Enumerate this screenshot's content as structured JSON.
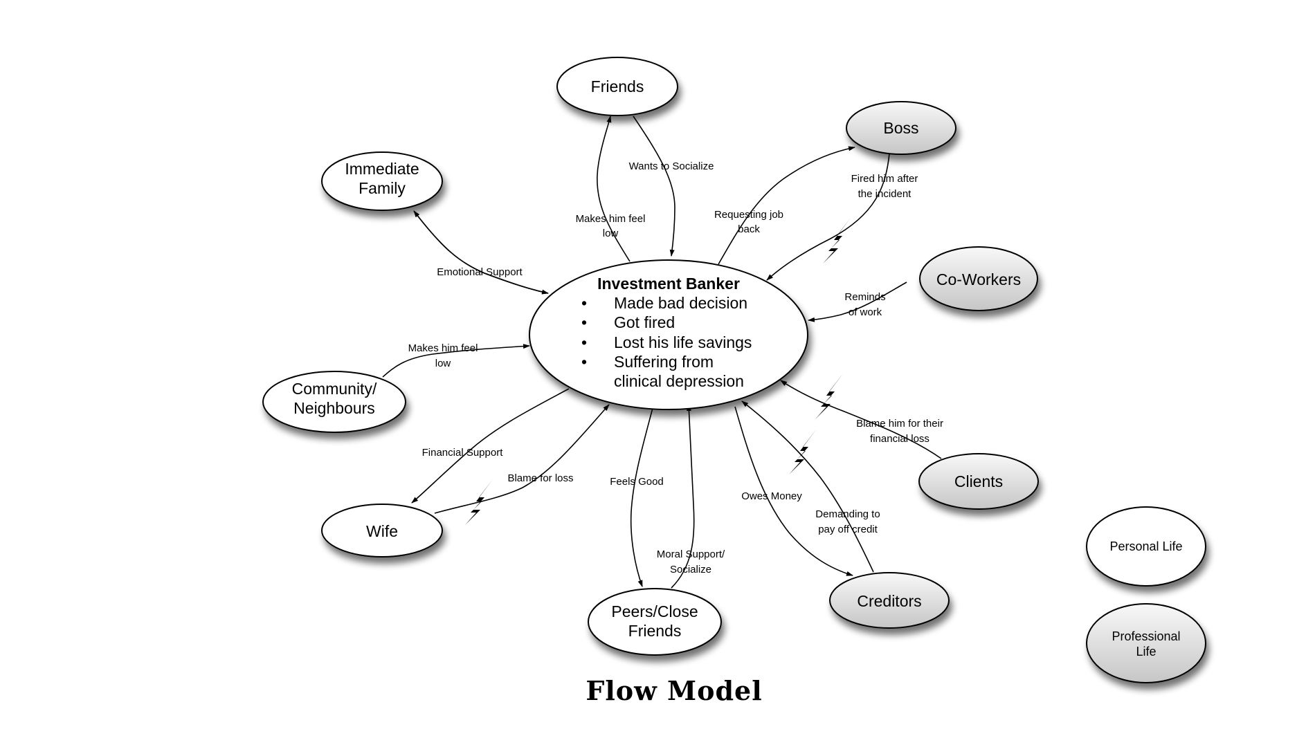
{
  "title": "Flow Model",
  "center": {
    "heading": "Investment Banker",
    "bullets": [
      "Made bad decision",
      "Got fired",
      "Lost his life savings",
      "Suffering from",
      "clinical depression"
    ],
    "bullet_char": "•"
  },
  "nodes": [
    {
      "id": "friends",
      "lines": [
        "Friends"
      ],
      "type": "personal"
    },
    {
      "id": "immediate-family",
      "lines": [
        "Immediate",
        "Family"
      ],
      "type": "personal"
    },
    {
      "id": "boss",
      "lines": [
        "Boss"
      ],
      "type": "professional"
    },
    {
      "id": "co-workers",
      "lines": [
        "Co-Workers"
      ],
      "type": "professional"
    },
    {
      "id": "community-neighbours",
      "lines": [
        "Community/",
        "Neighbours"
      ],
      "type": "personal"
    },
    {
      "id": "wife",
      "lines": [
        "Wife"
      ],
      "type": "personal"
    },
    {
      "id": "peers-close-friends",
      "lines": [
        "Peers/Close",
        "Friends"
      ],
      "type": "personal"
    },
    {
      "id": "creditors",
      "lines": [
        "Creditors"
      ],
      "type": "professional"
    },
    {
      "id": "clients",
      "lines": [
        "Clients"
      ],
      "type": "professional"
    }
  ],
  "edges": [
    {
      "id": "makes-him-feel-low-friends",
      "from": "investment-banker",
      "to": "friends",
      "label": [
        "Makes him feel",
        "low"
      ],
      "breakdown": false
    },
    {
      "id": "wants-to-socialize",
      "from": "friends",
      "to": "investment-banker",
      "label": [
        "Wants to Socialize"
      ],
      "breakdown": false
    },
    {
      "id": "emotional-support",
      "from": "immediate-family",
      "to": "investment-banker",
      "label": [
        "Emotional Support"
      ],
      "breakdown": false,
      "bidirectional": true
    },
    {
      "id": "requesting-job-back",
      "from": "investment-banker",
      "to": "boss",
      "label": [
        "Requesting job",
        "back"
      ],
      "breakdown": false
    },
    {
      "id": "fired-him",
      "from": "boss",
      "to": "investment-banker",
      "label": [
        "Fired him after",
        "the incident"
      ],
      "breakdown": true
    },
    {
      "id": "reminds-of-work",
      "from": "co-workers",
      "to": "investment-banker",
      "label": [
        "Reminds",
        "of work"
      ],
      "breakdown": false
    },
    {
      "id": "makes-him-feel-low-community",
      "from": "community-neighbours",
      "to": "investment-banker",
      "label": [
        "Makes him feel",
        "low"
      ],
      "breakdown": false
    },
    {
      "id": "financial-support",
      "from": "investment-banker",
      "to": "wife",
      "label": [
        "Financial Support"
      ],
      "breakdown": false
    },
    {
      "id": "blame-for-loss",
      "from": "wife",
      "to": "investment-banker",
      "label": [
        "Blame for loss"
      ],
      "breakdown": true
    },
    {
      "id": "feels-good",
      "from": "investment-banker",
      "to": "peers-close-friends",
      "label": [
        "Feels Good"
      ],
      "breakdown": false
    },
    {
      "id": "moral-support",
      "from": "peers-close-friends",
      "to": "investment-banker",
      "label": [
        "Moral Support/",
        "Socialize"
      ],
      "breakdown": false
    },
    {
      "id": "owes-money",
      "from": "investment-banker",
      "to": "creditors",
      "label": [
        "Owes Money"
      ],
      "breakdown": false
    },
    {
      "id": "demanding-credit",
      "from": "creditors",
      "to": "investment-banker",
      "label": [
        "Demanding to",
        "pay off credit"
      ],
      "breakdown": true
    },
    {
      "id": "blame-financial-loss",
      "from": "clients",
      "to": "investment-banker",
      "label": [
        "Blame him for their",
        "financial loss"
      ],
      "breakdown": true
    }
  ],
  "legend": [
    {
      "id": "personal-life",
      "lines": [
        "Personal Life"
      ],
      "type": "personal"
    },
    {
      "id": "professional-life",
      "lines": [
        "Professional",
        "Life"
      ],
      "type": "professional"
    }
  ],
  "colors": {
    "personal_fill": "#ffffff",
    "professional_fill_top": "#f7f7f7",
    "professional_fill_bottom": "#c9c9c9",
    "stroke": "#000000"
  }
}
